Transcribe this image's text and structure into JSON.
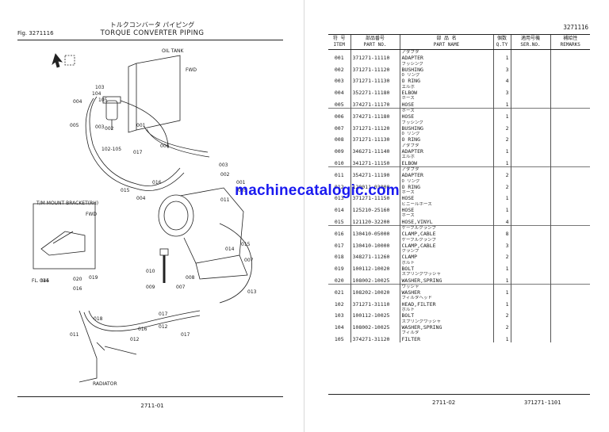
{
  "left_page": {
    "figure_label": "Fig. 3271116",
    "title_jp": "トルクコンバータ パイピング",
    "title_en": "TORQUE CONVERTER PIPING",
    "page_number": "2711-01",
    "diagram_labels": {
      "oil_tank": "OIL TANK",
      "fwd_top": "FWD",
      "fwd_inset": "FWD",
      "bracket": "T/M MOUNT BRACKET(RH)",
      "fl": "FL. 345",
      "radiator": "RADIATOR"
    },
    "callouts": [
      "103",
      "104",
      "105",
      "004",
      "005",
      "003",
      "002",
      "001",
      "102-105",
      "006",
      "017",
      "016",
      "015",
      "004",
      "003",
      "002",
      "001",
      "005",
      "011",
      "014",
      "015",
      "007",
      "013",
      "010",
      "009",
      "007",
      "008",
      "017",
      "016",
      "012",
      "011",
      "018",
      "014",
      "019",
      "020",
      "016",
      "017",
      "012"
    ]
  },
  "right_page": {
    "figure_code": "3271116",
    "headers": {
      "ref": [
        "符 号",
        "ITEM"
      ],
      "part": [
        "部品番号",
        "PART NO."
      ],
      "name": [
        "部  品  名",
        "PART    NAME"
      ],
      "qty": [
        "個数",
        "Q.TY"
      ],
      "ser": [
        "適用号機",
        "SER.NO."
      ],
      "rem": [
        "補給性",
        "REMARKS"
      ]
    },
    "rows": [
      {
        "kana": "アダプタ",
        "ref": "001",
        "part": "371271-11110",
        "name": "ADAPTER",
        "qty": "1",
        "sep": false
      },
      {
        "kana": "ブッシング",
        "ref": "002",
        "part": "371271-11120",
        "name": "BUSHING",
        "qty": "3",
        "sep": false
      },
      {
        "kana": "O リング",
        "ref": "003",
        "part": "371271-11130",
        "name": "O RING",
        "qty": "4",
        "sep": false
      },
      {
        "kana": "エルボ",
        "ref": "004",
        "part": "352271-11180",
        "name": "ELBOW",
        "qty": "3",
        "sep": false
      },
      {
        "kana": "ホース",
        "ref": "005",
        "part": "374271-11170",
        "name": "HOSE",
        "qty": "1",
        "sep": false
      },
      {
        "kana": "ホース",
        "ref": "006",
        "part": "374271-11180",
        "name": "HOSE",
        "qty": "1",
        "sep": true
      },
      {
        "kana": "ブッシング",
        "ref": "007",
        "part": "371271-11120",
        "name": "BUSHING",
        "qty": "2",
        "sep": false
      },
      {
        "kana": "O リング",
        "ref": "008",
        "part": "371271-11130",
        "name": "O RING",
        "qty": "2",
        "sep": false
      },
      {
        "kana": "アダプタ",
        "ref": "009",
        "part": "346271-11140",
        "name": "ADAPTER",
        "qty": "1",
        "sep": false
      },
      {
        "kana": "エルボ",
        "ref": "010",
        "part": "341271-11150",
        "name": "ELBOW",
        "qty": "1",
        "sep": false
      },
      {
        "kana": "アダプタ",
        "ref": "011",
        "part": "354271-11190",
        "name": "ADAPTER",
        "qty": "2",
        "sep": true
      },
      {
        "kana": "O リング",
        "ref": "012",
        "part": "120011-03000",
        "name": "O RING",
        "qty": "2",
        "sep": false
      },
      {
        "kana": "ホース",
        "ref": "013",
        "part": "371271-11150",
        "name": "HOSE",
        "qty": "1",
        "sep": false
      },
      {
        "kana": "ビニールホース",
        "ref": "014",
        "part": "125210-25160",
        "name": "HOSE",
        "qty": "1",
        "sep": false
      },
      {
        "kana": "ホース",
        "ref": "015",
        "part": "121120-32200",
        "name": "HOSE,VINYL",
        "qty": "4",
        "sep": false
      },
      {
        "kana": "ケーブルクランプ",
        "ref": "016",
        "part": "130410-05000",
        "name": "CLAMP,CABLE",
        "qty": "8",
        "sep": true
      },
      {
        "kana": "ケーブルクランプ",
        "ref": "017",
        "part": "130410-10000",
        "name": "CLAMP,CABLE",
        "qty": "3",
        "sep": false
      },
      {
        "kana": "クランプ",
        "ref": "018",
        "part": "348271-11260",
        "name": "CLAMP",
        "qty": "2",
        "sep": false
      },
      {
        "kana": "ボルト",
        "ref": "019",
        "part": "100112-10020",
        "name": "BOLT",
        "qty": "1",
        "sep": false
      },
      {
        "kana": "スプリングワッシャ",
        "ref": "020",
        "part": "108002-10025",
        "name": "WASHER,SPRING",
        "qty": "1",
        "sep": false
      },
      {
        "kana": "ワッシャ",
        "ref": "021",
        "part": "108202-10020",
        "name": "WASHER",
        "qty": "1",
        "sep": true
      },
      {
        "kana": "フィルタヘッド",
        "ref": "102",
        "part": "371271-31110",
        "name": "HEAD,FILTER",
        "qty": "1",
        "sep": false
      },
      {
        "kana": "ボルト",
        "ref": "103",
        "part": "100112-10025",
        "name": "BOLT",
        "qty": "2",
        "sep": false
      },
      {
        "kana": "スプリングワッシャ",
        "ref": "104",
        "part": "108002-10025",
        "name": "WASHER,SPRING",
        "qty": "2",
        "sep": false
      },
      {
        "kana": "フィルタ",
        "ref": "105",
        "part": "374271-31120",
        "name": "FILTER",
        "qty": "1",
        "sep": false
      }
    ],
    "page_number": "2711-02",
    "footer_code": "371271-1101"
  },
  "watermark": "machinecatalogic.com"
}
